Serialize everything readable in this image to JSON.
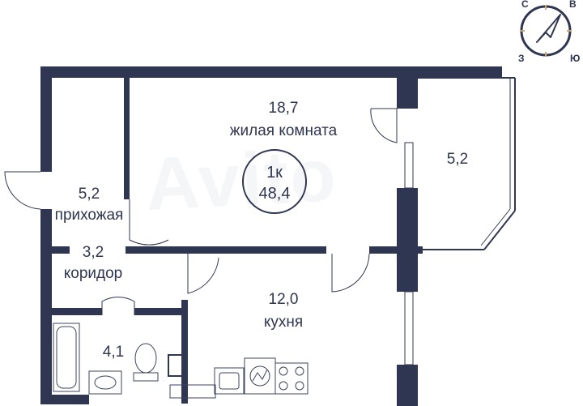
{
  "rooms": [
    {
      "id": "living",
      "area": "18,7",
      "name": "жилая комната"
    },
    {
      "id": "balcony",
      "area": "5,2",
      "name": ""
    },
    {
      "id": "hall",
      "area": "5,2",
      "name": "прихожая"
    },
    {
      "id": "corridor",
      "area": "3,2",
      "name": "коридор"
    },
    {
      "id": "kitchen",
      "area": "12,0",
      "name": "кухня"
    },
    {
      "id": "bathroom",
      "area": "4,1",
      "name": ""
    }
  ],
  "badge": {
    "type": "1к",
    "total": "48,4"
  },
  "compass": {
    "north": "С",
    "east": "В",
    "south": "Ю",
    "west": "З"
  },
  "watermark": "Avito",
  "colors": {
    "wall": "#2f3651",
    "accent": "#c9a66b",
    "background": "#ffffff"
  }
}
